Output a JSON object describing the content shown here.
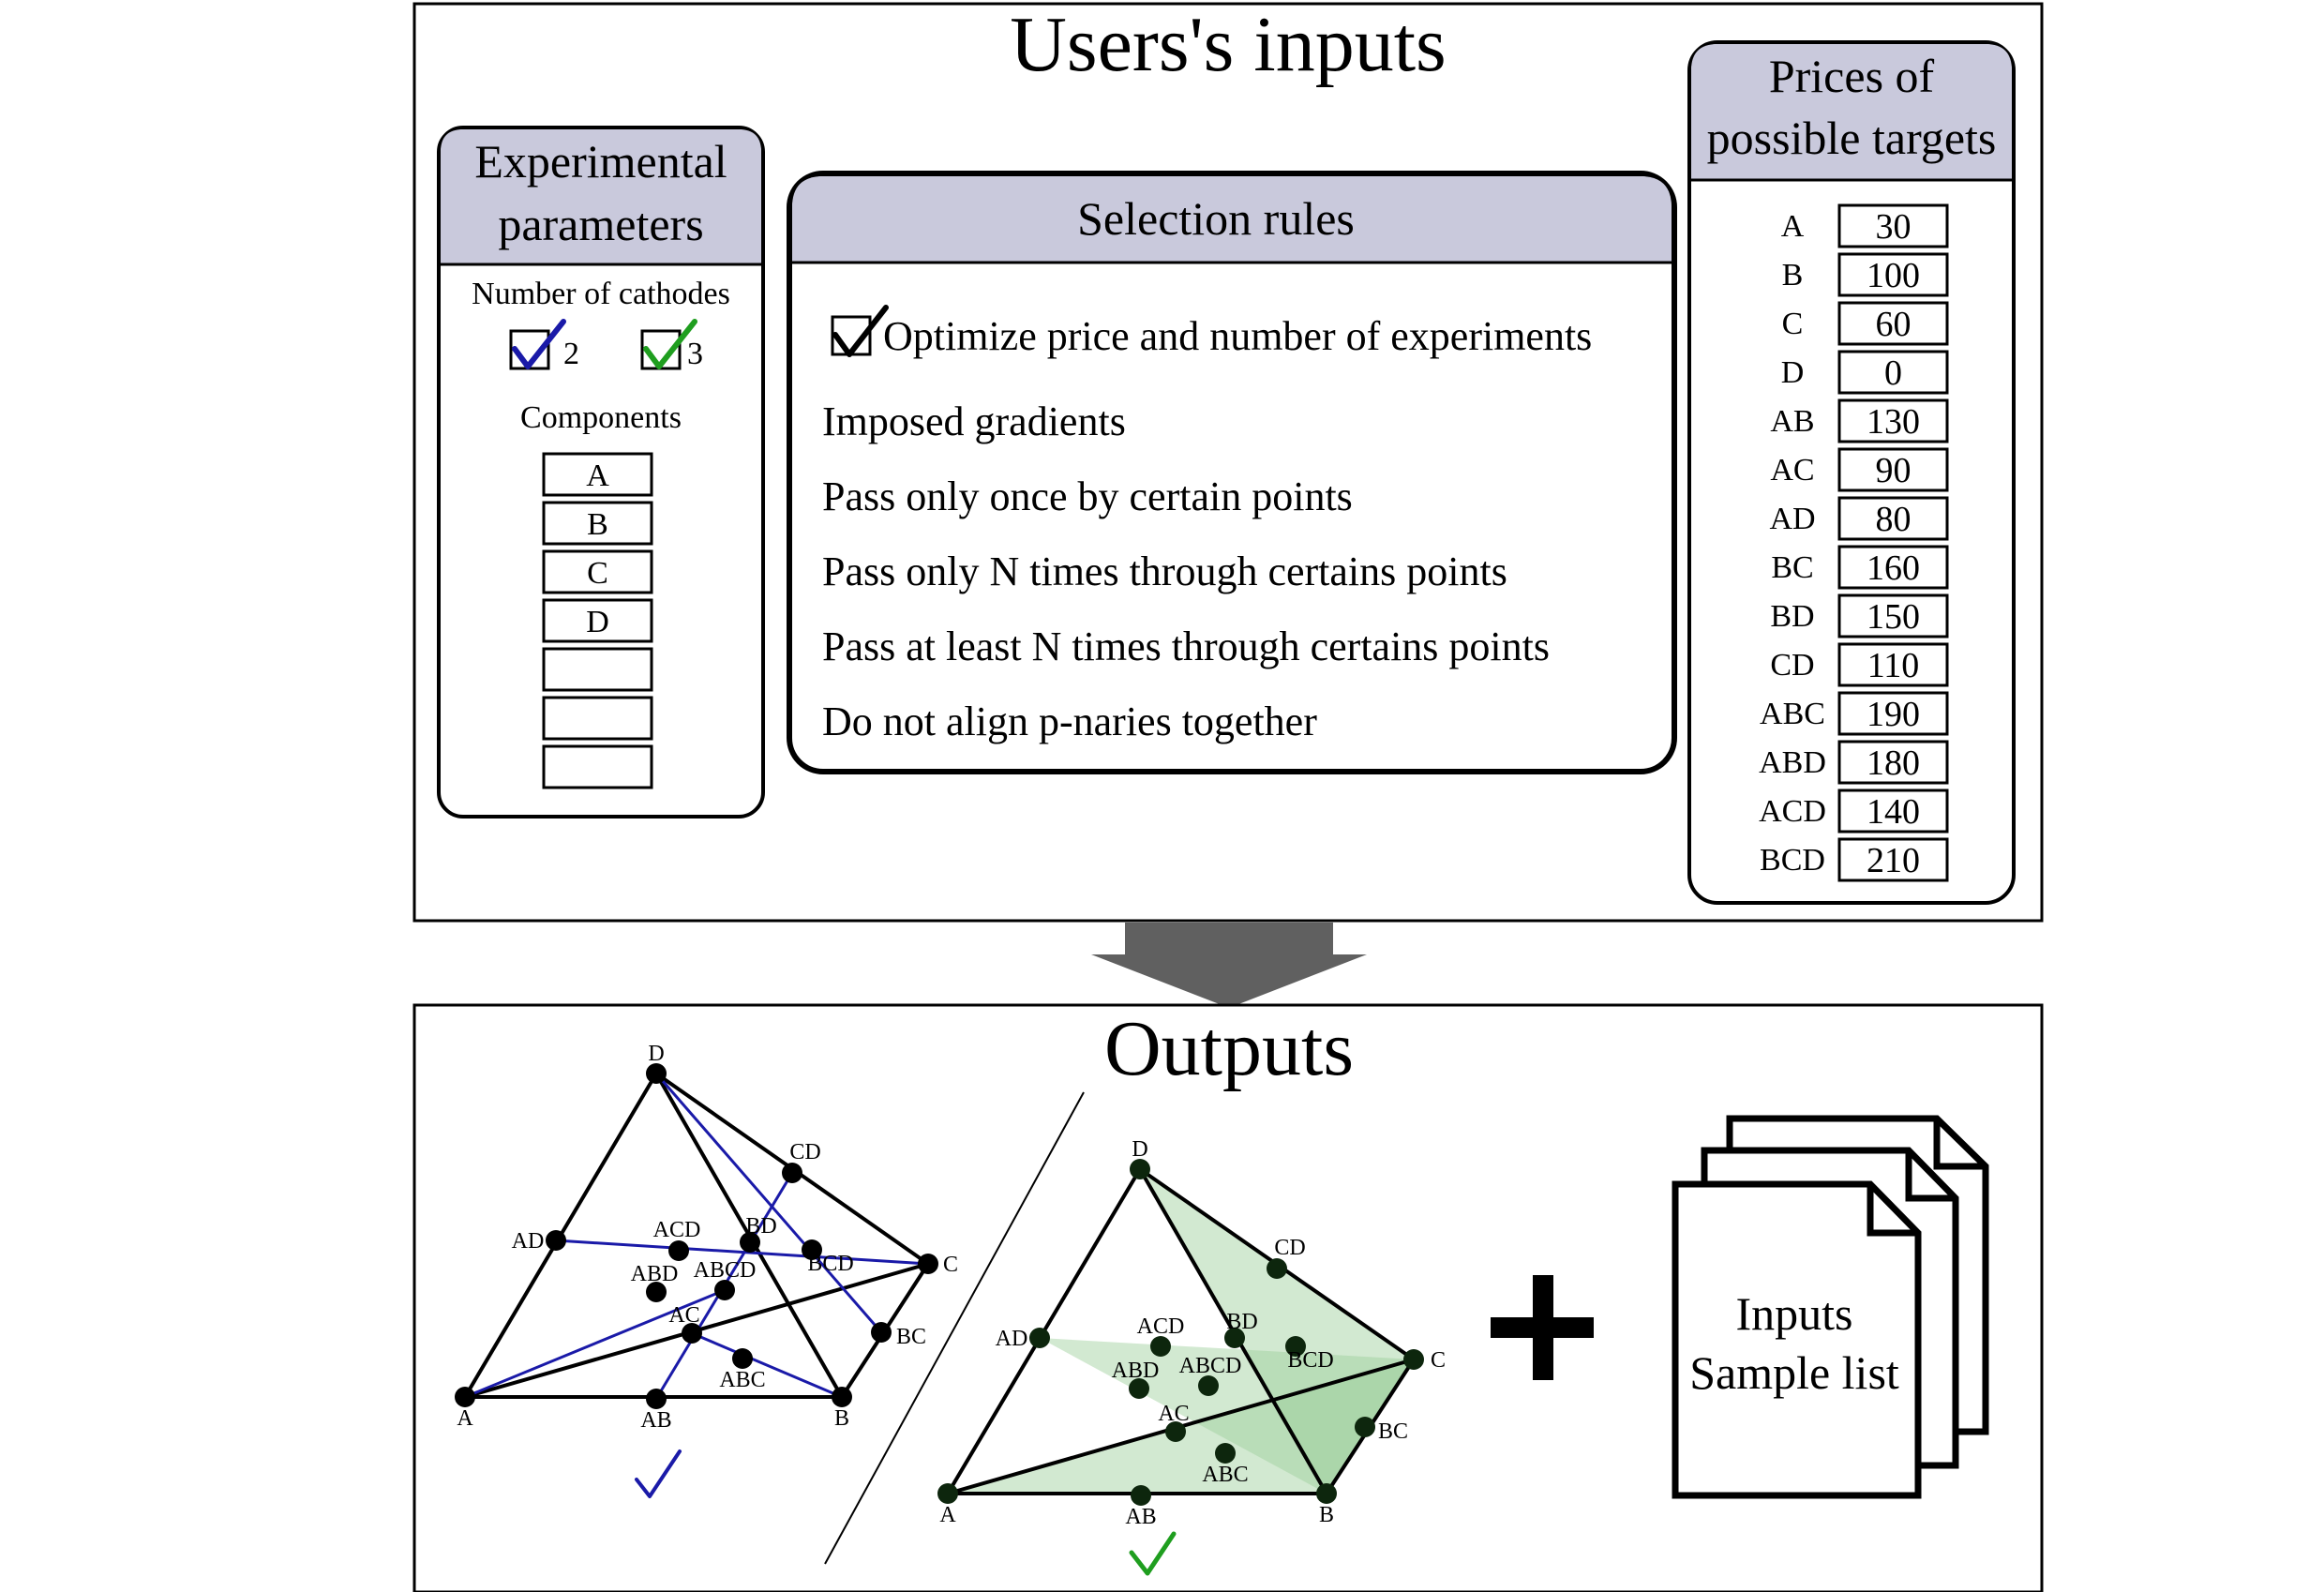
{
  "inputs_panel": {
    "title": "Users's inputs",
    "experimental": {
      "header_lines": [
        "Experimental",
        "parameters"
      ],
      "cathodes_label": "Number of cathodes",
      "cathode_options": [
        {
          "value": "2",
          "check_color": "#1a1aa8"
        },
        {
          "value": "3",
          "check_color": "#1f9e1f"
        }
      ],
      "components_label": "Components",
      "components": [
        "A",
        "B",
        "C",
        "D",
        "",
        "",
        ""
      ]
    },
    "selection_rules": {
      "header": "Selection rules",
      "optimize_label": "Optimize price and number of experiments",
      "rules": [
        "Imposed gradients",
        "Pass only once by certain points",
        "Pass only N times through certains points",
        "Pass at least N times through certains points",
        "Do not align p-naries together"
      ]
    },
    "prices": {
      "header_lines": [
        "Prices of",
        "possible targets"
      ],
      "items": [
        {
          "label": "A",
          "price": "30"
        },
        {
          "label": "B",
          "price": "100"
        },
        {
          "label": "C",
          "price": "60"
        },
        {
          "label": "D",
          "price": "0"
        },
        {
          "label": "AB",
          "price": "130"
        },
        {
          "label": "AC",
          "price": "90"
        },
        {
          "label": "AD",
          "price": "80"
        },
        {
          "label": "BC",
          "price": "160"
        },
        {
          "label": "BD",
          "price": "150"
        },
        {
          "label": "CD",
          "price": "110"
        },
        {
          "label": "ABC",
          "price": "190"
        },
        {
          "label": "ABD",
          "price": "180"
        },
        {
          "label": "ACD",
          "price": "140"
        },
        {
          "label": "BCD",
          "price": "210"
        }
      ]
    }
  },
  "outputs_panel": {
    "title": "Outputs",
    "tetra_points": [
      "A",
      "B",
      "C",
      "D",
      "AB",
      "AC",
      "AD",
      "BC",
      "BD",
      "CD",
      "ABC",
      "ABD",
      "ACD",
      "BCD",
      "ABCD"
    ],
    "left_check_color": "#1a1aa8",
    "right_check_color": "#1f9e1f",
    "line_color": "#1a1aa8",
    "fill_color": "#9ccf98",
    "plus_symbol": "+",
    "documents_lines": [
      "Inputs",
      "Sample list"
    ]
  },
  "colors": {
    "header_fill": "#c9c9dc",
    "arrow": "#606060"
  }
}
